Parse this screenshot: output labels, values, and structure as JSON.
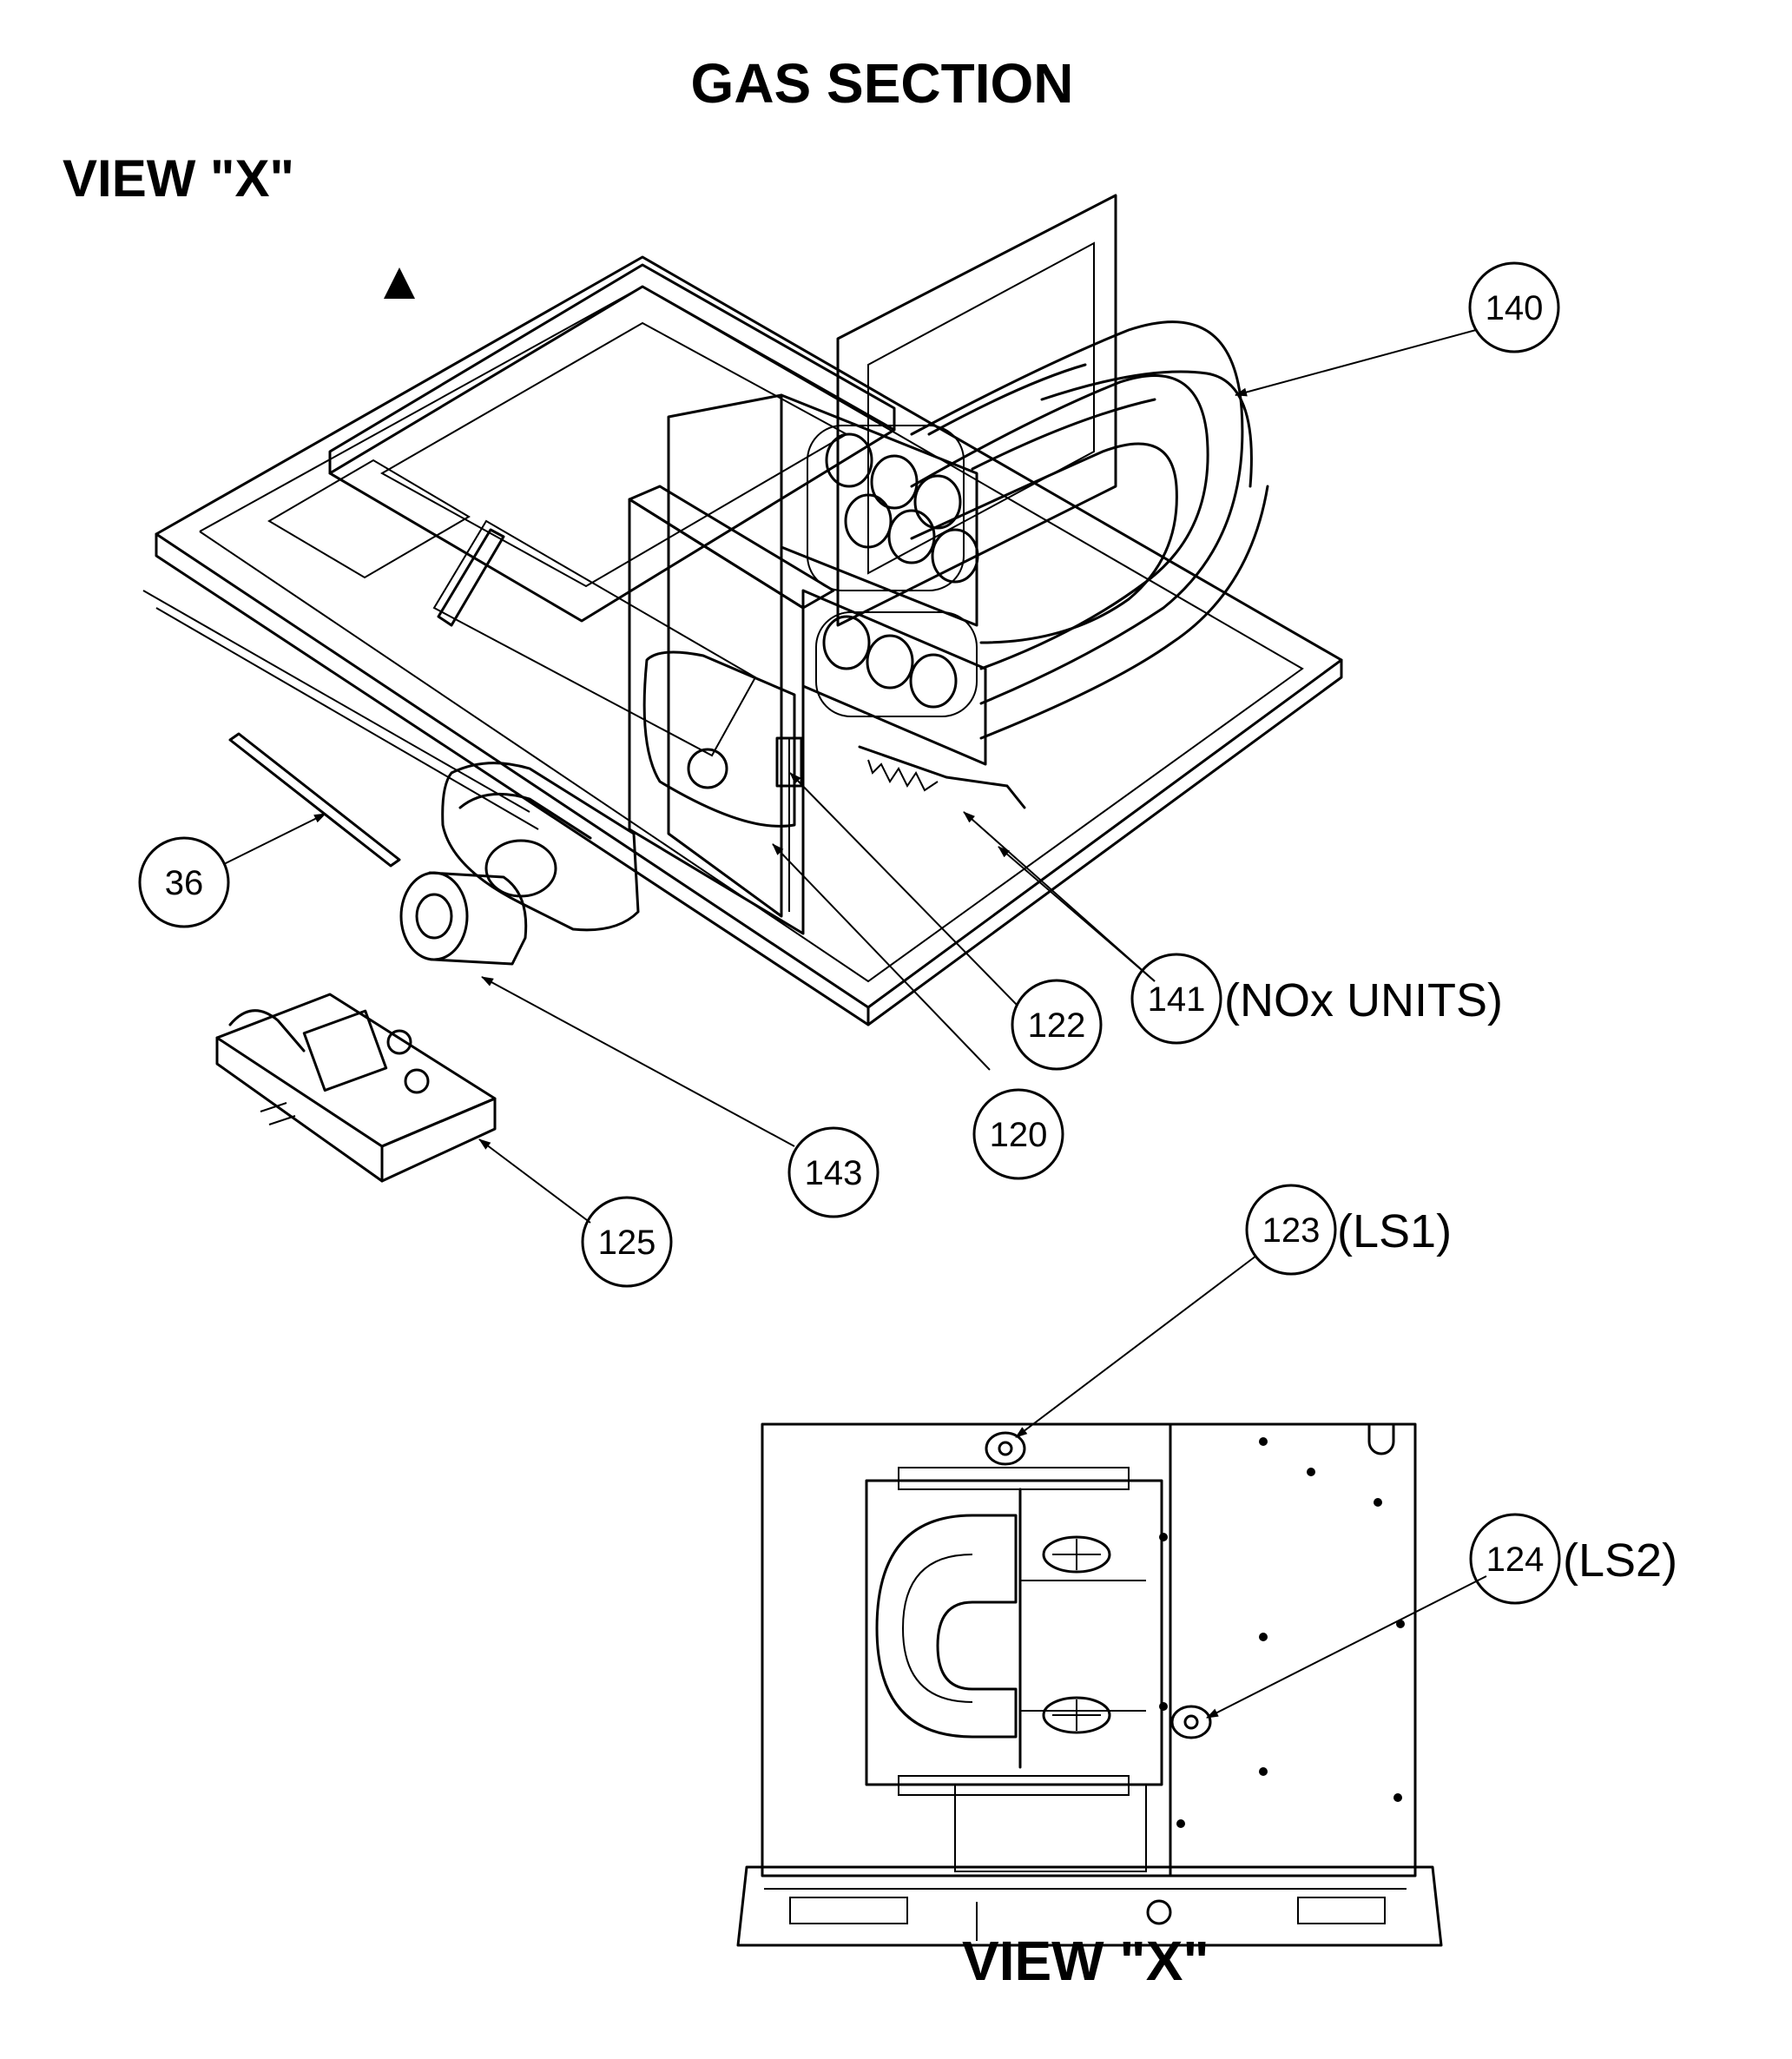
{
  "title": "GAS SECTION",
  "view_label_top": "VIEW \"X\"",
  "view_label_bottom": "VIEW \"X\"",
  "callouts": [
    {
      "id": "140",
      "suffix": ""
    },
    {
      "id": "36",
      "suffix": ""
    },
    {
      "id": "122",
      "suffix": ""
    },
    {
      "id": "141",
      "suffix": "(NOx UNITS)"
    },
    {
      "id": "120",
      "suffix": ""
    },
    {
      "id": "143",
      "suffix": ""
    },
    {
      "id": "125",
      "suffix": ""
    },
    {
      "id": "123",
      "suffix": "(LS1)"
    },
    {
      "id": "124",
      "suffix": "(LS2)"
    }
  ]
}
